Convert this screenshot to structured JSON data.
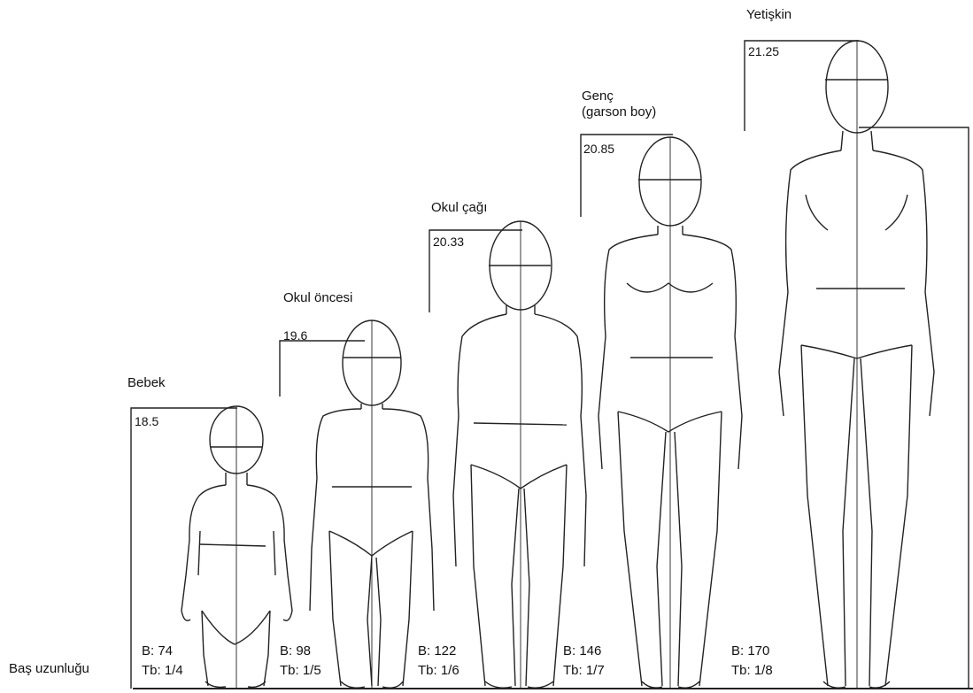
{
  "figures": [
    {
      "name": "Bebek",
      "ratio": "18.5",
      "height": "B: 74",
      "heads": "Tb: 1/4"
    },
    {
      "name": "Okul öncesi",
      "ratio": "19.6",
      "height": "B: 98",
      "heads": "Tb: 1/5"
    },
    {
      "name": "Okul çağı",
      "ratio": "20.33",
      "height": "B: 122",
      "heads": "Tb: 1/6"
    },
    {
      "name": "Genç",
      "name2": "(garson boy)",
      "ratio": "20.85",
      "height": "B: 146",
      "heads": "Tb: 1/7"
    },
    {
      "name": "Yetişkin",
      "ratio": "21.25",
      "height": "B: 170",
      "heads": "Tb: 1/8"
    }
  ],
  "row_label": "Baş uzunluğu"
}
